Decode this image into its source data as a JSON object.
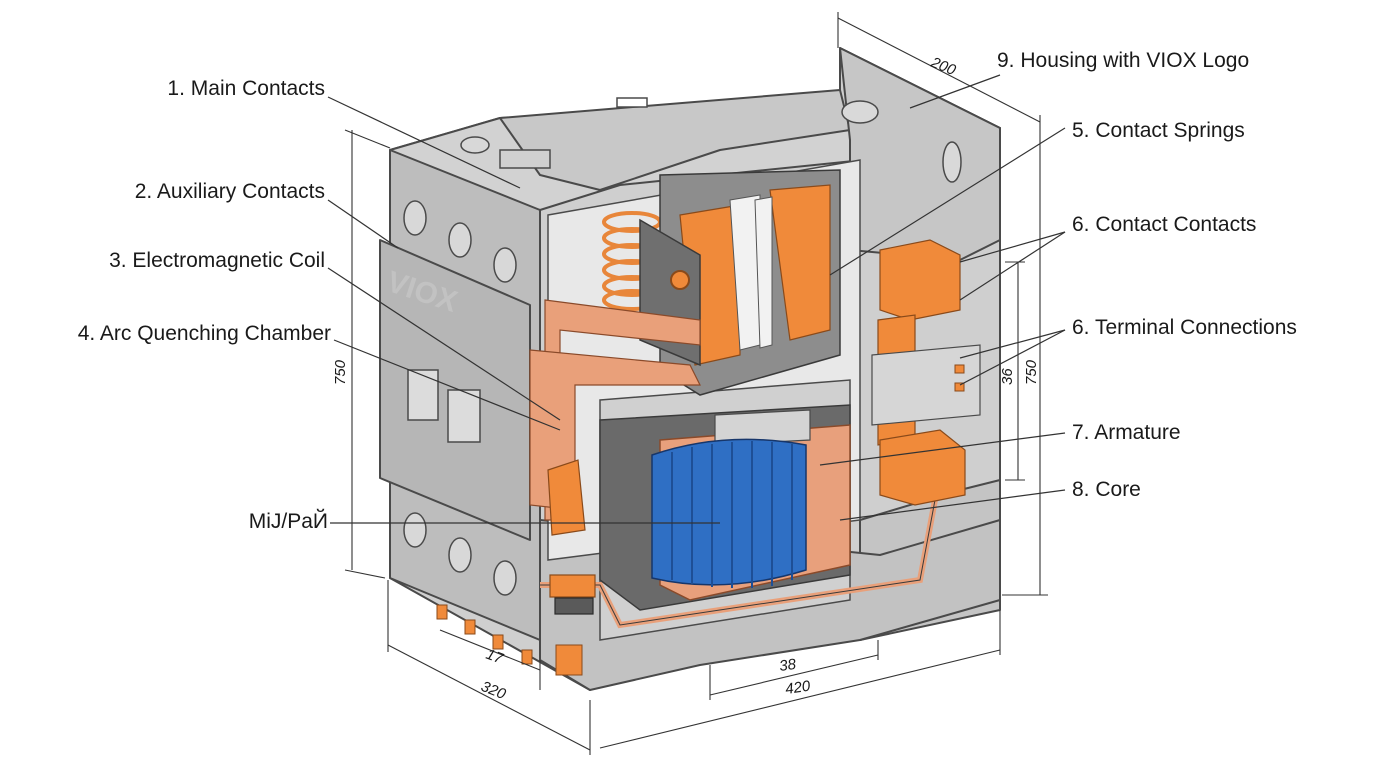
{
  "labels": {
    "main_contacts": "1. Main Contacts",
    "auxiliary_contacts": "2. Auxiliary Contacts",
    "electromagnetic_coil": "3. Electromagnetic Coil",
    "arc_quenching_chamber": "4. Arc Quenching Chamber",
    "coil_marker": "MiJ/PaЙ",
    "housing": "9. Housing with VIOX Logo",
    "contact_springs": "5. Contact Springs",
    "contact_contacts": "6. Contact Contacts",
    "terminal_connections": "6. Terminal Connections",
    "armature": "7. Armature",
    "core": "8. Core"
  },
  "brand_logo": "VIOX",
  "dimensions": {
    "top_width": "200",
    "left_height": "750",
    "right_height": "750",
    "right_inner": "36",
    "bottom_small": "17",
    "bottom_depth": "320",
    "bottom_38": "38",
    "bottom_total": "420"
  },
  "colors": {
    "housing": "#bcbcbc",
    "housing_light": "#d4d4d4",
    "copper": "#e5926b",
    "orange": "#f08a3a",
    "coil": "#2f6fc4",
    "outline": "#4a4a4a"
  }
}
